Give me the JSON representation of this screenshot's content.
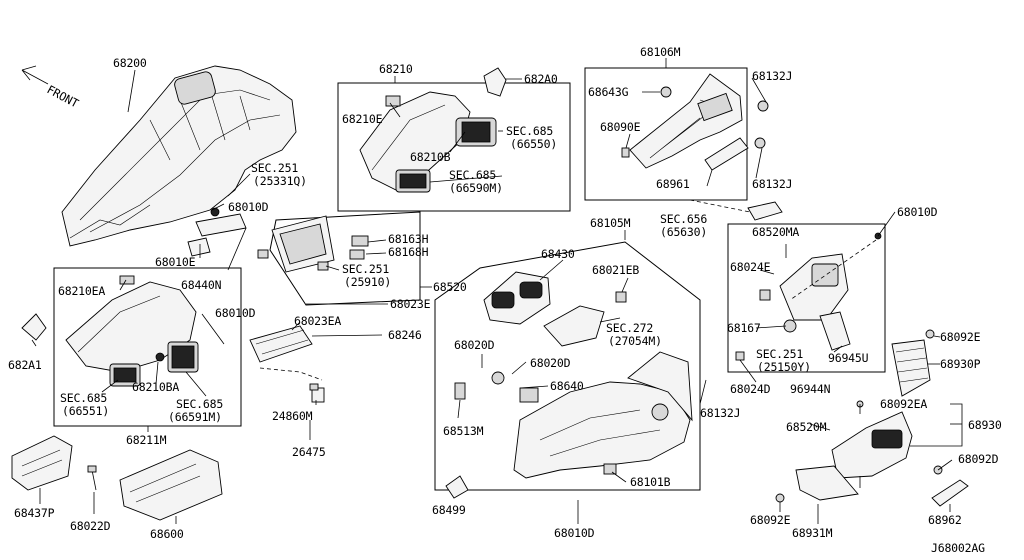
{
  "front_label": "FRONT",
  "diagram_code": "J68002AG",
  "labels": {
    "p68200": "68200",
    "p68210": "68210",
    "p682A0": "682A0",
    "p68210E": "68210E",
    "sec685_66550_a": "SEC.685",
    "sec685_66550_b": "(66550)",
    "p68210B": "68210B",
    "sec685_66590M_a": "SEC.685",
    "sec685_66590M_b": "(66590M)",
    "sec251_25331Q_a": "SEC.251",
    "sec251_25331Q_b": "(25331Q)",
    "p68010D_top": "68010D",
    "p68010E": "68010E",
    "p68440N": "68440N",
    "p68106M": "68106M",
    "p68643G": "68643G",
    "p68132J_a": "68132J",
    "p68090E": "68090E",
    "p68961": "68961",
    "p68132J_b": "68132J",
    "sec656_a": "SEC.656",
    "sec656_b": "(65630)",
    "p68010D_right": "68010D",
    "p68163H": "68163H",
    "p68168H": "68168H",
    "sec251_25910_a": "SEC.251",
    "sec251_25910_b": "(25910)",
    "p68520": "68520",
    "p68023E": "68023E",
    "p68105M": "68105M",
    "p68430": "68430",
    "p68021EB": "68021EB",
    "p68520MA": "68520MA",
    "p68024E": "68024E",
    "p68210EA": "68210EA",
    "p68010D_left": "68010D",
    "p68023EA": "68023EA",
    "p68246": "68246",
    "p682A1": "682A1",
    "p68210BA": "68210BA",
    "sec685_66551_a": "SEC.685",
    "sec685_66551_b": "(66551)",
    "sec685_66591M_a": "SEC.685",
    "sec685_66591M_b": "(66591M)",
    "p68211M": "68211M",
    "sec272_a": "SEC.272",
    "sec272_b": "(27054M)",
    "p68020D_a": "68020D",
    "p68020D_b": "68020D",
    "p68640": "68640",
    "p68513M": "68513M",
    "p68167": "68167",
    "sec251_25150Y_a": "SEC.251",
    "sec251_25150Y_b": "(25150Y)",
    "p96945U": "96945U",
    "p68024D": "68024D",
    "p96944N": "96944N",
    "p68092E_top": "68092E",
    "p68930P": "68930P",
    "p68132J_c": "68132J",
    "p68520M": "68520M",
    "p68092EA": "68092EA",
    "p68930": "68930",
    "p68092D": "68092D",
    "p24860M": "24860M",
    "p26475": "26475",
    "p68437P": "68437P",
    "p68022D": "68022D",
    "p68600": "68600",
    "p68499": "68499",
    "p68010D_bottom": "68010D",
    "p68101B": "68101B",
    "p68092E_bottom": "68092E",
    "p68931M": "68931M",
    "p68962": "68962"
  }
}
